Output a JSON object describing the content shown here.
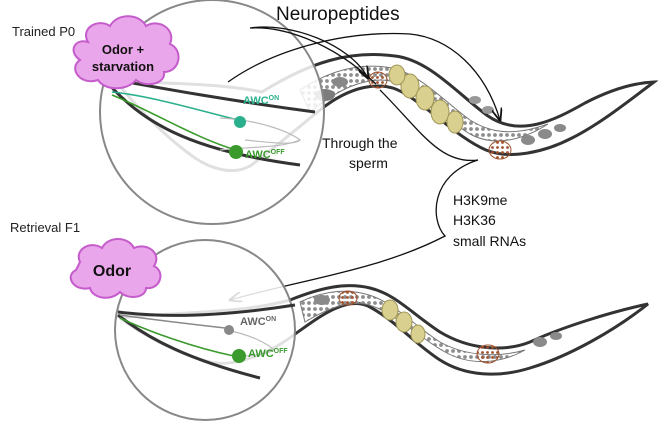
{
  "title": "Neuropeptides",
  "top_panel": {
    "label": "Trained P0",
    "cloud_line1": "Odor +",
    "cloud_line2": "starvation",
    "neuron_on_base": "AWC",
    "neuron_on_sup": "ON",
    "neuron_off_base": "AWC",
    "neuron_off_sup": "OFF"
  },
  "through_line1": "Through the",
  "through_line2": "sperm",
  "marks": [
    "H3K9me",
    "H3K36",
    "small RNAs"
  ],
  "bottom_panel": {
    "label": "Retrieval F1",
    "cloud_text": "Odor",
    "neuron_on_base": "AWC",
    "neuron_on_sup": "ON",
    "neuron_off_base": "AWC",
    "neuron_off_sup": "OFF"
  },
  "colors": {
    "cloud_fill": "#eaa6ea",
    "cloud_stroke": "#c45ccb",
    "awc_on": "#2bb08e",
    "awc_off": "#3a9a2c",
    "awc_grey": "#777777",
    "gut_yellow": "#d9cf8e",
    "germline_grey": "#9a9a9a",
    "oocyte_orange": "#c87a4a"
  }
}
